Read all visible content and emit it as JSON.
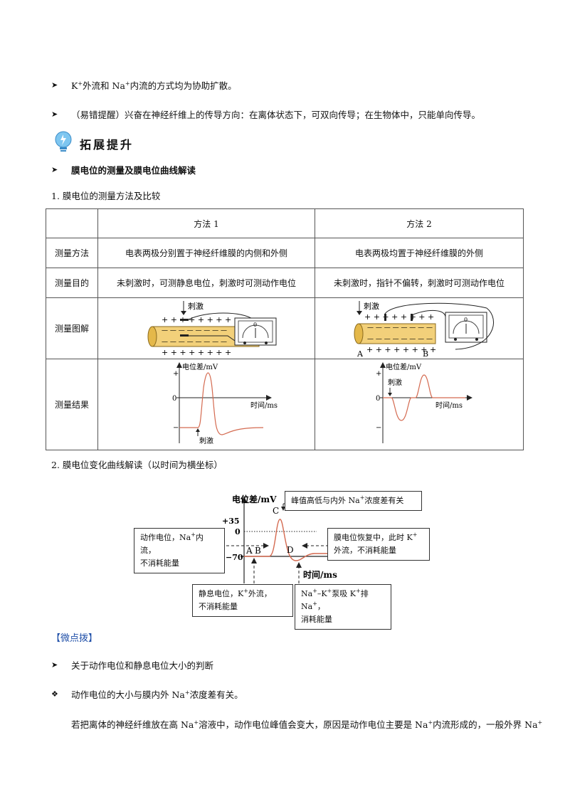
{
  "bullets": {
    "b1": {
      "arrow": "➤",
      "pre1": "K",
      "sup1": "+",
      "mid": "外流和 Na",
      "sup2": "+",
      "post": "内流的方式均为协助扩散。"
    },
    "b2": {
      "arrow": "➤",
      "text": "（易错提醒）兴奋在神经纤维上的传导方向：在离体状态下，可双向传导；在生物体中，只能单向传导。"
    }
  },
  "section": {
    "title": "拓展提升"
  },
  "sub1": {
    "arrow": "➤",
    "text": "膜电位的测量及膜电位曲线解读"
  },
  "item1": "1. 膜电位的测量方法及比较",
  "table": {
    "head1": "方法 1",
    "head2": "方法 2",
    "rows": [
      {
        "label": "测量方法",
        "c1": "电表两极分别置于神经纤维膜的内侧和外侧",
        "c2": "电表两极均置于神经纤维膜的外侧"
      },
      {
        "label": "测量目的",
        "c1": "未刺激时，可测静息电位，刺激时可测动作电位",
        "c2": "未刺激时，指针不偏转，刺激时可测动作电位"
      },
      {
        "label": "测量图解"
      },
      {
        "label": "测量结果"
      }
    ],
    "diagram1": {
      "stim": "刺激",
      "plus_top": "+ + + + + + + +",
      "minus_top": "— — — — — — — —",
      "minus_bot": "— — — — — — — —",
      "plus_bot": "+ + + + + + + +",
      "meter_zero": "0"
    },
    "diagram2": {
      "stim": "刺激",
      "plus_top": "+ + + + + + + +",
      "minus_top": "— — — — — — — —",
      "minus_bot": "— — — — — — — —",
      "plus_bot": "+ + + + + + + +",
      "label_a": "A",
      "label_b": "B",
      "meter_zero": "0"
    },
    "graph1": {
      "ylabel": "电位差/mV",
      "xlabel": "时间/ms",
      "plus": "+",
      "zero": "0",
      "minus": "−",
      "stim": "刺激"
    },
    "graph2": {
      "ylabel": "电位差/mV",
      "xlabel": "时间/ms",
      "plus": "+",
      "zero": "0",
      "minus": "−",
      "stim": "刺激"
    }
  },
  "item2": "2. 膜电位变化曲线解读（以时间为横坐标）",
  "curve": {
    "ylabel": "电位差/mV",
    "xlabel": "时间/ms",
    "tick_p35": "+35",
    "tick_0": "0",
    "tick_m70": "−70",
    "pt_a": "A",
    "pt_b": "B",
    "pt_c": "C",
    "pt_d": "D",
    "box_top": {
      "pre": "峰值高低与内外 Na",
      "sup": "+",
      "post": "浓度差有关"
    },
    "box_left": {
      "l1pre": "动作电位，Na",
      "l1sup": "+",
      "l1post": "内流，",
      "l2": "不消耗能量"
    },
    "box_right": {
      "l1pre": "膜电位恢复中，此时 K",
      "l1sup": "+",
      "l2": "外流，不消耗能量"
    },
    "box_bl": {
      "l1pre": "静息电位，K",
      "l1sup": "+",
      "l1post": "外流，",
      "l2": "不消耗能量"
    },
    "box_br": {
      "l1a": "Na",
      "l1asup": "+",
      "l1b": "–K",
      "l1bsup": "+",
      "l1c": "泵吸 K",
      "l1csup": "+",
      "l1d": "排 Na",
      "l1dsup": "+",
      "l1e": "，",
      "l2": "消耗能量"
    }
  },
  "tip": {
    "open": "【",
    "label": "微点拨",
    "close": "】"
  },
  "sub2": {
    "arrow": "➤",
    "text": "关于动作电位和静息电位大小的判断"
  },
  "diamond": {
    "icon": "❖",
    "pre": "动作电位的大小与膜内外 Na",
    "sup": "+",
    "post": "浓度差有关。"
  },
  "para": {
    "p1": "若把离体的神经纤维放在高 Na",
    "s1": "+",
    "p2": "溶液中，动作电位峰值会变大，原因是动作电位主要是 Na",
    "s2": "+",
    "p3": "内流形成的，一般外界 Na",
    "s3": "+"
  }
}
